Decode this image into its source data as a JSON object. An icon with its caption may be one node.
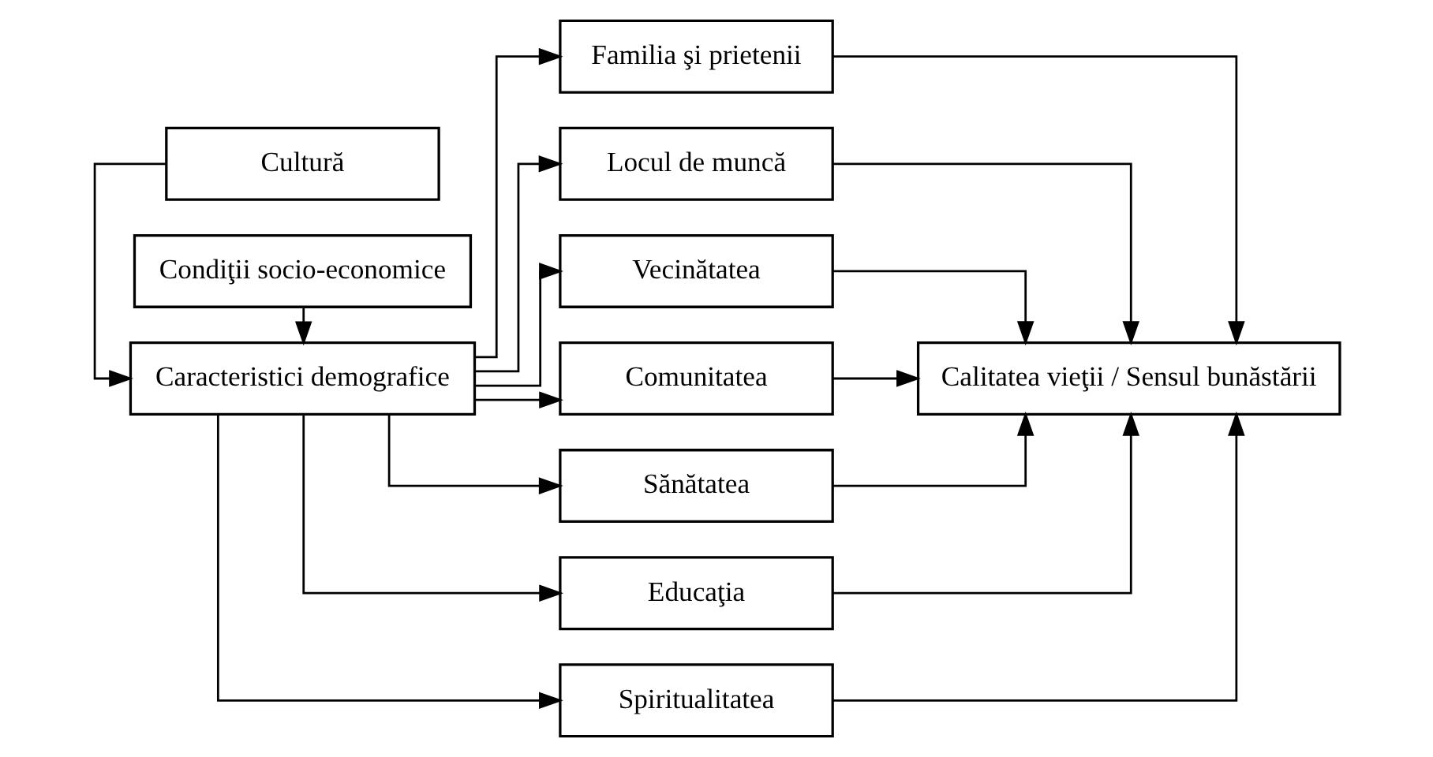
{
  "diagram": {
    "nodes": [
      {
        "text": [
          "Cultură"
        ]
      },
      {
        "text": [
          "Caracteristici demografice"
        ]
      },
      {
        "text": [
          "Condiţii socio-economice"
        ]
      },
      {
        "text": [
          "Familia şi prietenii"
        ]
      },
      {
        "text": [
          "Locul de muncă"
        ]
      },
      {
        "text": [
          "Vecinătatea"
        ]
      },
      {
        "text": [
          "Comunitatea"
        ]
      },
      {
        "text": [
          "Sănătatea"
        ]
      },
      {
        "text": [
          "Educaţia"
        ]
      },
      {
        "text": [
          "Spiritualitatea"
        ]
      },
      {
        "text": [
          "Calitatea vieţii / Sensul bunăstării"
        ]
      }
    ],
    "edges": [
      {
        "from": 0,
        "to": 1,
        "arrow": "to"
      },
      {
        "from": 2,
        "to": 1,
        "arrow": "to"
      },
      {
        "from": 1,
        "to": 3,
        "arrow": "to"
      },
      {
        "from": 1,
        "to": 4,
        "arrow": "to"
      },
      {
        "from": 1,
        "to": 5,
        "arrow": "to"
      },
      {
        "from": 1,
        "to": 6,
        "arrow": "to"
      },
      {
        "from": 1,
        "to": 7,
        "arrow": "to"
      },
      {
        "from": 1,
        "to": 8,
        "arrow": "to"
      },
      {
        "from": 1,
        "to": 9,
        "arrow": "to"
      },
      {
        "from": 3,
        "to": 10,
        "arrow": "to"
      },
      {
        "from": 4,
        "to": 10,
        "arrow": "to"
      },
      {
        "from": 5,
        "to": 10,
        "arrow": "to"
      },
      {
        "from": 6,
        "to": 10,
        "arrow": "to"
      },
      {
        "from": 7,
        "to": 10,
        "arrow": "to"
      },
      {
        "from": 8,
        "to": 10,
        "arrow": "to"
      },
      {
        "from": 9,
        "to": 10,
        "arrow": "to"
      }
    ]
  }
}
